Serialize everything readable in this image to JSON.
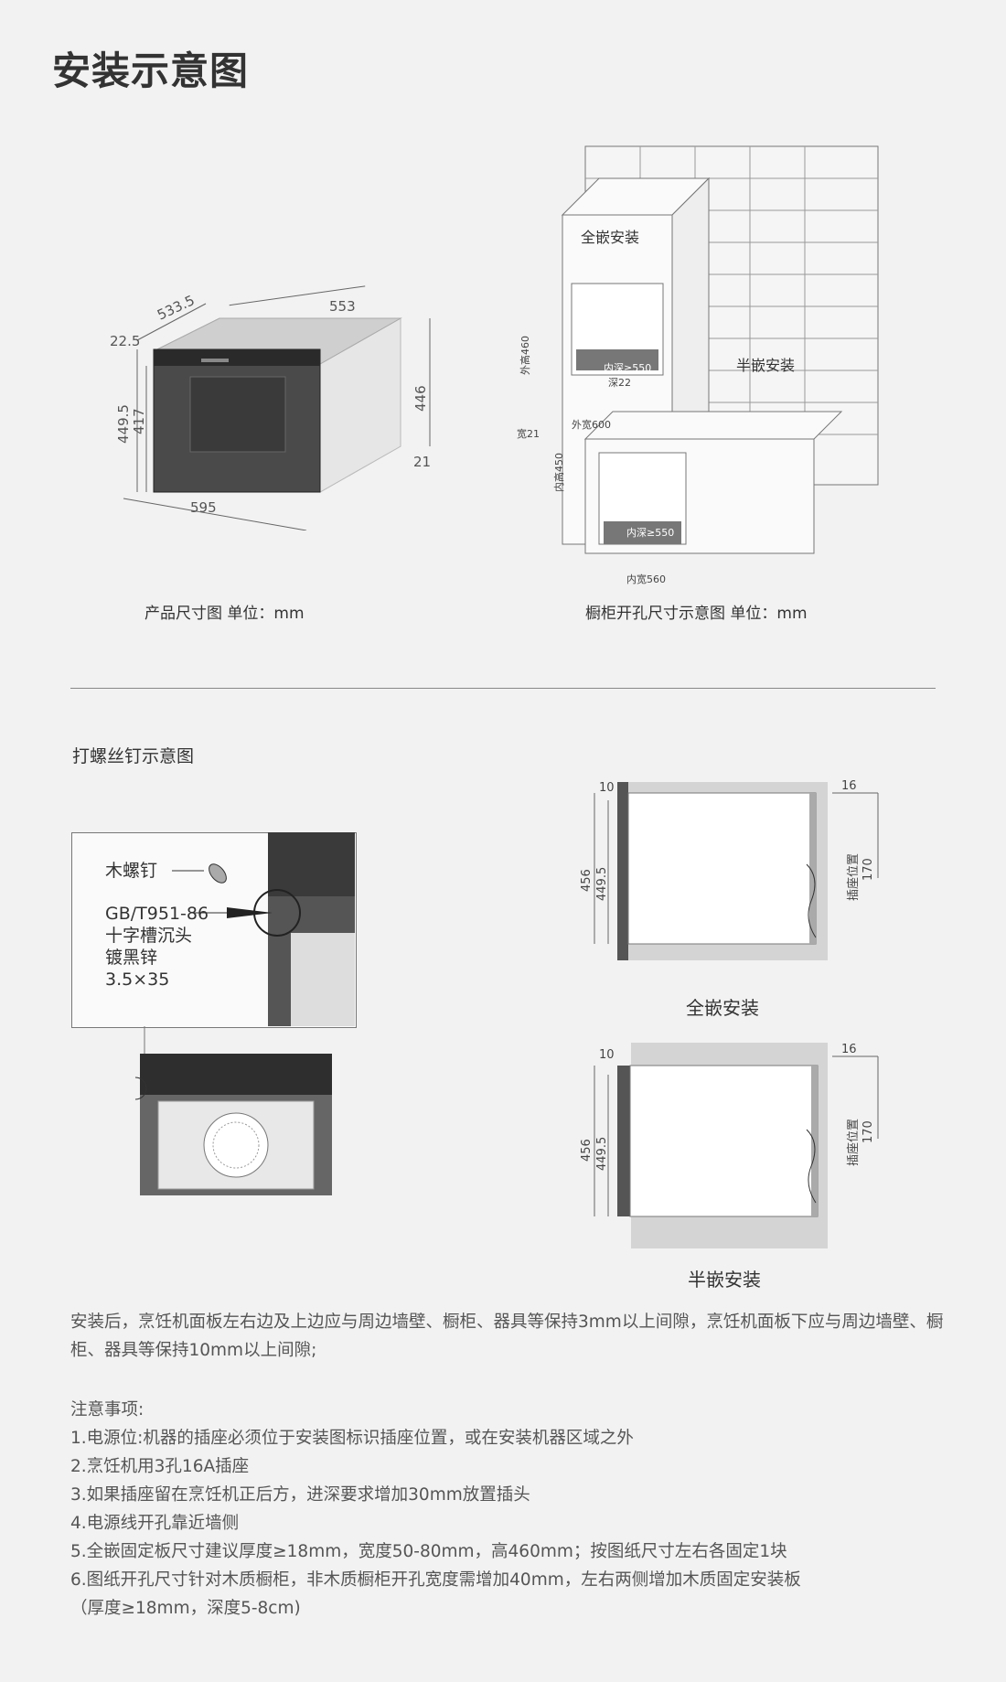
{
  "title": "安装示意图",
  "product_diagram": {
    "caption": "产品尺寸图 单位：mm",
    "dims": {
      "depth": "533.5",
      "width_top": "553",
      "panel": "22.5",
      "h_outer": "449.5",
      "h_inner": "417",
      "h_body": "446",
      "bottom": "21",
      "width": "595"
    }
  },
  "cabinet_diagram": {
    "caption": "橱柜开孔尺寸示意图 单位：mm",
    "full_label": "全嵌安装",
    "half_label": "半嵌安装",
    "full_dims": {
      "outer_h": "外高460",
      "inner_depth": "内深≥550",
      "depth22": "深22",
      "width21": "宽21",
      "outer_w": "外宽600"
    },
    "half_dims": {
      "inner_h": "内高450",
      "inner_depth": "内深≥550",
      "inner_w": "内宽560"
    }
  },
  "screw_section": {
    "subtitle": "打螺丝钉示意图",
    "wood_screw": "木螺钉",
    "spec_lines": [
      "GB/T951-86",
      "十字槽沉头",
      "镀黑锌",
      "3.5×35"
    ]
  },
  "full_embed_side": {
    "label": "全嵌安装",
    "dims": {
      "gap": "10",
      "right": "16",
      "h1": "456",
      "h2": "449.5",
      "socket": "插座位置",
      "socket_h": "170"
    }
  },
  "half_embed_side": {
    "label": "半嵌安装",
    "dims": {
      "gap": "10",
      "right": "16",
      "h1": "456",
      "h2": "449.5",
      "socket": "插座位置",
      "socket_h": "170"
    }
  },
  "paragraph": "安装后，烹饪机面板左右边及上边应与周边墙壁、橱柜、器具等保持3mm以上间隙，烹饪机面板下应与周边墙壁、橱柜、器具等保持10mm以上间隙;",
  "notes": {
    "heading": "注意事项:",
    "items": [
      "1.电源位:机器的插座必须位于安装图标识插座位置，或在安装机器区域之外",
      "2.烹饪机用3孔16A插座",
      "3.如果插座留在烹饪机正后方，进深要求增加30mm放置插头",
      "4.电源线开孔靠近墙侧",
      "5.全嵌固定板尺寸建议厚度≥18mm，宽度50-80mm，高460mm；按图纸尺寸左右各固定1块",
      "6.图纸开孔尺寸针对木质橱柜，非木质橱柜开孔宽度需增加40mm，左右两侧增加木质固定安装板",
      "（厚度≥18mm，深度5-8cm)"
    ]
  }
}
